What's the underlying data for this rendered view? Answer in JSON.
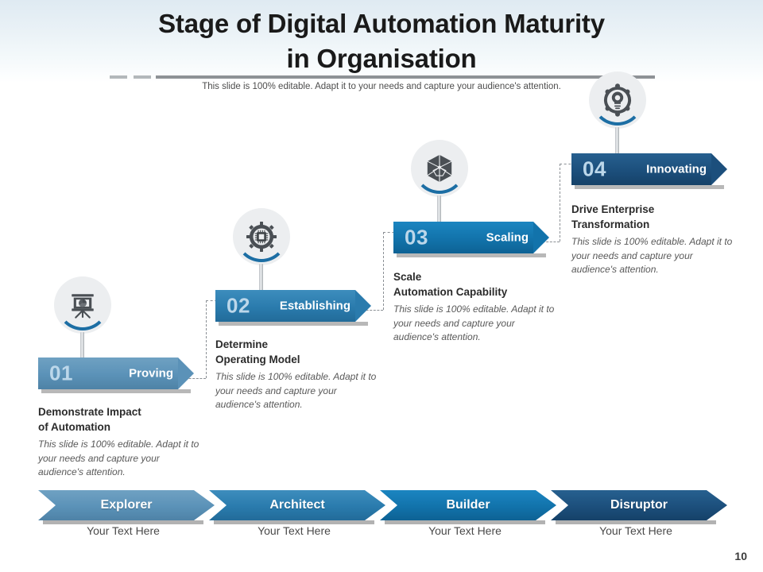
{
  "header": {
    "title_line1": "Stage of Digital Automation Maturity",
    "title_line2": "in Organisation",
    "subtitle": "This slide is 100% editable. Adapt it to your needs and capture your audience's attention."
  },
  "stages": [
    {
      "number": "01",
      "label": "Proving",
      "heading_line1": "Demonstrate Impact",
      "heading_line2": "of Automation",
      "description": "This slide is 100% editable. Adapt it to your needs and capture your audience's attention.",
      "icon": "presentation-chart-icon",
      "color": "#5b92b8"
    },
    {
      "number": "02",
      "label": "Establishing",
      "heading_line1": "Determine",
      "heading_line2": "Operating Model",
      "description": "This slide is 100% editable. Adapt it to your needs and capture your audience's attention.",
      "icon": "gear-chip-icon",
      "color": "#2a7bad"
    },
    {
      "number": "03",
      "label": "Scaling",
      "heading_line1": "Scale",
      "heading_line2": "Automation Capability",
      "description": "This slide is 100% editable. Adapt it to your needs and capture your audience's attention.",
      "icon": "polyhedron-network-icon",
      "color": "#1273ab"
    },
    {
      "number": "04",
      "label": "Innovating",
      "heading_line1": "Drive Enterprise",
      "heading_line2": "Transformation",
      "description": "This slide is 100% editable. Adapt it to your needs and capture your audience's attention.",
      "icon": "lightbulb-network-icon",
      "color": "#1c4f7c"
    }
  ],
  "footer_items": [
    {
      "label": "Explorer",
      "caption": "Your Text Here",
      "color": "#5b92b8"
    },
    {
      "label": "Architect",
      "caption": "Your Text Here",
      "color": "#2a7bad"
    },
    {
      "label": "Builder",
      "caption": "Your Text Here",
      "color": "#1273ab"
    },
    {
      "label": "Disruptor",
      "caption": "Your Text Here",
      "color": "#1c4f7c"
    }
  ],
  "page_number": "10",
  "colors": {
    "accent_arc": "#1c6ea4",
    "number_text": "#bcd7ea",
    "icon_circle_bg": "#eceef0"
  }
}
